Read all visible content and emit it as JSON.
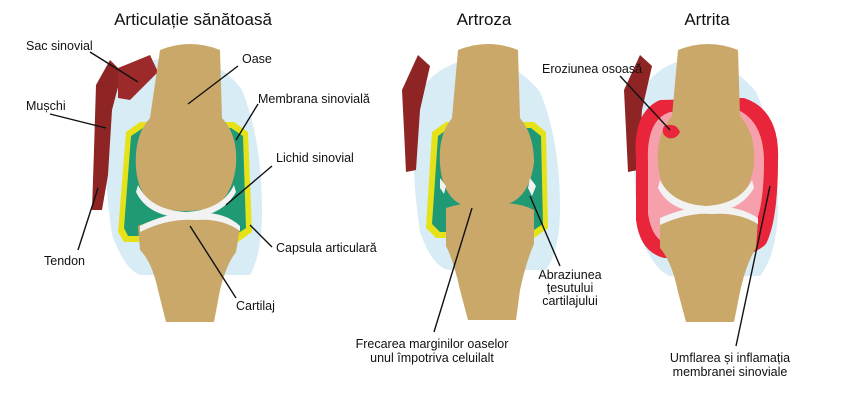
{
  "colors": {
    "bone": "#c9a86a",
    "bone_dark": "#a8884c",
    "muscle": "#8e2424",
    "capsule": "#d8ecf6",
    "membrane": "#e6e21a",
    "fluid": "#1f9a74",
    "cartilage": "#f2f2f2",
    "inflamed": "#e8253a",
    "inflamed_light": "#f5a0aa"
  },
  "panels": {
    "healthy": {
      "title": "Articulație sănătoasă",
      "labels": {
        "sac": "Sac sinovial",
        "muscle": "Mușchi",
        "tendon": "Tendon",
        "bones": "Oase",
        "membrane": "Membrana sinovială",
        "fluid": "Lichid sinovial",
        "capsule": "Capsula articulară",
        "cartilage": "Cartilaj"
      }
    },
    "arthrosis": {
      "title": "Artroza",
      "labels": {
        "abrasion": [
          "Abraziunea",
          "țesutului",
          "cartilajului"
        ],
        "friction": [
          "Frecarea marginilor oaselor",
          "unul împotriva celuilalt"
        ]
      }
    },
    "arthritis": {
      "title": "Artrita",
      "labels": {
        "erosion": "Eroziunea osoasă",
        "swelling": [
          "Umflarea și inflamația",
          "membranei sinoviale"
        ]
      }
    }
  }
}
